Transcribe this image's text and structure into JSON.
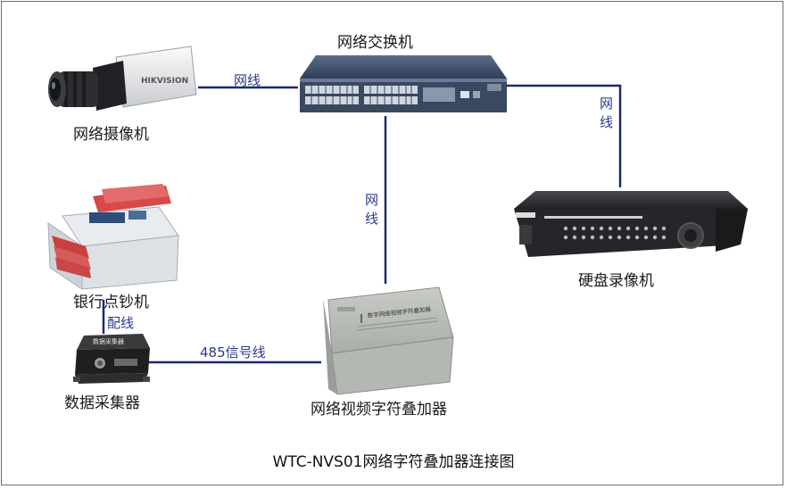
{
  "title": "WTC-NVS01网络字符叠加器连接图",
  "devices": {
    "switch": {
      "label": "网络交换机"
    },
    "camera": {
      "label": "网络摄像机",
      "brand": "HIKVISION"
    },
    "dvr": {
      "label": "硬盘录像机"
    },
    "counter": {
      "label": "银行点钞机"
    },
    "collector": {
      "label": "数据采集器",
      "face_text": "数据采集器"
    },
    "overlay": {
      "label": "网络视频字符叠加器",
      "face_text": "数字网络视频字符叠加器"
    }
  },
  "links": {
    "camera_switch": "网线",
    "switch_dvr": "网线",
    "switch_overlay": "网线",
    "counter_collector": "配线",
    "collector_overlay": "485信号线"
  },
  "colors": {
    "wire": "#1c2a6b",
    "wire_label": "#2a3a8c",
    "switch_body": "#3c4d6b",
    "dvr_body": "#2a2a2e",
    "overlay_body": "#b9bdb9"
  }
}
